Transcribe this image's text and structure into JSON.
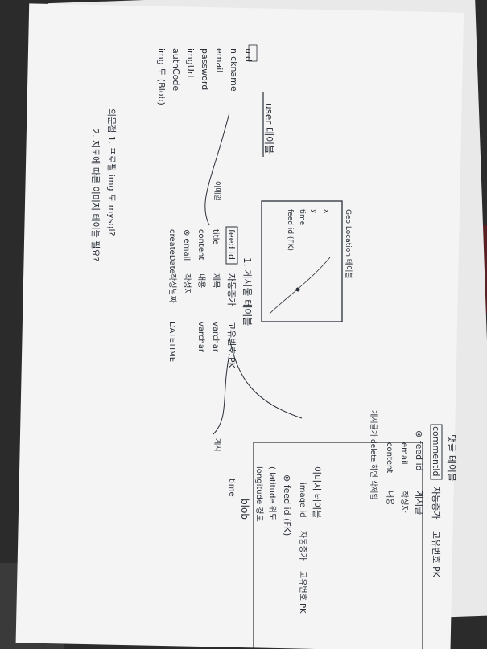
{
  "photo": {
    "subject": "handwritten database schema notes on paper",
    "rotation_deg": 90
  },
  "user_table": {
    "title": "user 테이블",
    "fields": [
      "uid",
      "nickname",
      "email",
      "password",
      "imgUrl",
      "authCode",
      "img 도 (Blob)"
    ]
  },
  "geo_box": {
    "title": "Geo Location 테이블",
    "fields": [
      "x",
      "y",
      "time",
      "feed id (FK)"
    ]
  },
  "feed_table": {
    "title": "1. 게시물 테이블",
    "rows": [
      {
        "name": "feed id",
        "desc": "자동증가",
        "type": "고유번호 PK"
      },
      {
        "name": "title",
        "desc": "제목",
        "type": "varchar"
      },
      {
        "name": "content",
        "desc": "내용",
        "type": "varchar"
      },
      {
        "name": "⊗ email",
        "desc": "작성자",
        "type": ""
      },
      {
        "name": "createDate",
        "desc": "작성날짜",
        "type": "DATETIME"
      }
    ],
    "link_label": "이메일"
  },
  "comment_table": {
    "title": "댓글 테이블",
    "rows": [
      {
        "name": "commentId",
        "desc": "자동증가",
        "type": "고유번호 PK"
      },
      {
        "name": "⊗ feed id",
        "desc": "게시글",
        "type": ""
      },
      {
        "name": "email",
        "desc": "작성자",
        "type": ""
      },
      {
        "name": "content",
        "desc": "내용",
        "type": ""
      }
    ],
    "note": "게시글가 delete 하면 삭제됨"
  },
  "image_table": {
    "title": "이미지 테이블",
    "link_label": "게시",
    "rows": [
      {
        "name": "image id",
        "desc": "자동증가",
        "type": "고유번호 PK"
      },
      {
        "name": "⊗ feed id (FK)",
        "desc": "",
        "type": ""
      },
      {
        "name": "( latitude 위도",
        "desc": "",
        "type": ""
      },
      {
        "name": "longitude 경도",
        "desc": "",
        "type": ""
      },
      {
        "name": "blob",
        "desc": "",
        "type": ""
      },
      {
        "name": "time",
        "desc": "",
        "type": ""
      }
    ]
  },
  "questions": [
    "의문점 1. 프로필 img 도 mysql?",
    "2. 지도에 따른 이미지 테이블 필요?"
  ],
  "colors": {
    "background": "#2b2b2b",
    "paper": "#f4f4f4",
    "ink": "#2a2f38"
  }
}
